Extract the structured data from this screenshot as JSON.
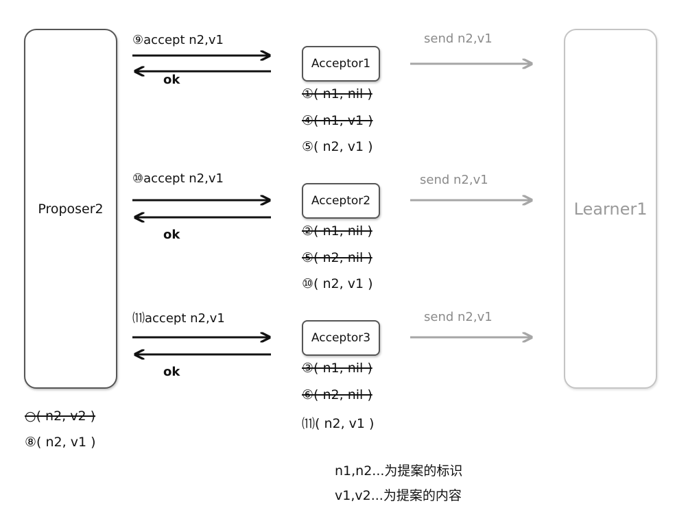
{
  "proposer": {
    "label": "Proposer2"
  },
  "learner": {
    "label": "Learner1"
  },
  "groups": [
    {
      "accept_label": "⑨accept n2,v1",
      "ok_label": "ok",
      "acceptor_label": "Acceptor1",
      "send_label": "send n2,v1",
      "entries": [
        {
          "text": "①( n1, nil )",
          "struck": true
        },
        {
          "text": "④( n1, v1 )",
          "struck": true
        },
        {
          "text": "⑤( n2, v1 )",
          "struck": false
        }
      ]
    },
    {
      "accept_label": "⑩accept n2,v1",
      "ok_label": "ok",
      "acceptor_label": "Acceptor2",
      "send_label": "send n2,v1",
      "entries": [
        {
          "text": "②( n1, nil )",
          "struck": true
        },
        {
          "text": "⑤( n2, nil )",
          "struck": true
        },
        {
          "text": "⑩( n2, v1 )",
          "struck": false
        }
      ]
    },
    {
      "accept_label": "⑾accept n2,v1",
      "ok_label": "ok",
      "acceptor_label": "Acceptor3",
      "send_label": "send n2,v1",
      "entries": [
        {
          "text": "③( n1, nil )",
          "struck": true
        },
        {
          "text": "⑥( n2, nil )",
          "struck": true
        },
        {
          "text": "⑾( n2, v1 )",
          "struck": false
        }
      ]
    }
  ],
  "proposer_entries": [
    {
      "text": "○( n2, v2 )",
      "struck": true
    },
    {
      "text": "⑧( n2, v1 )",
      "struck": false
    }
  ],
  "notes": {
    "line1": "n1,n2...为提案的标识",
    "line2": "v1,v2...为提案的内容"
  },
  "colors": {
    "dark_arrow": "#111111",
    "light_arrow": "#a6a6a6",
    "learner_border": "#c4c4c4",
    "learner_text": "#9a9a9a"
  }
}
